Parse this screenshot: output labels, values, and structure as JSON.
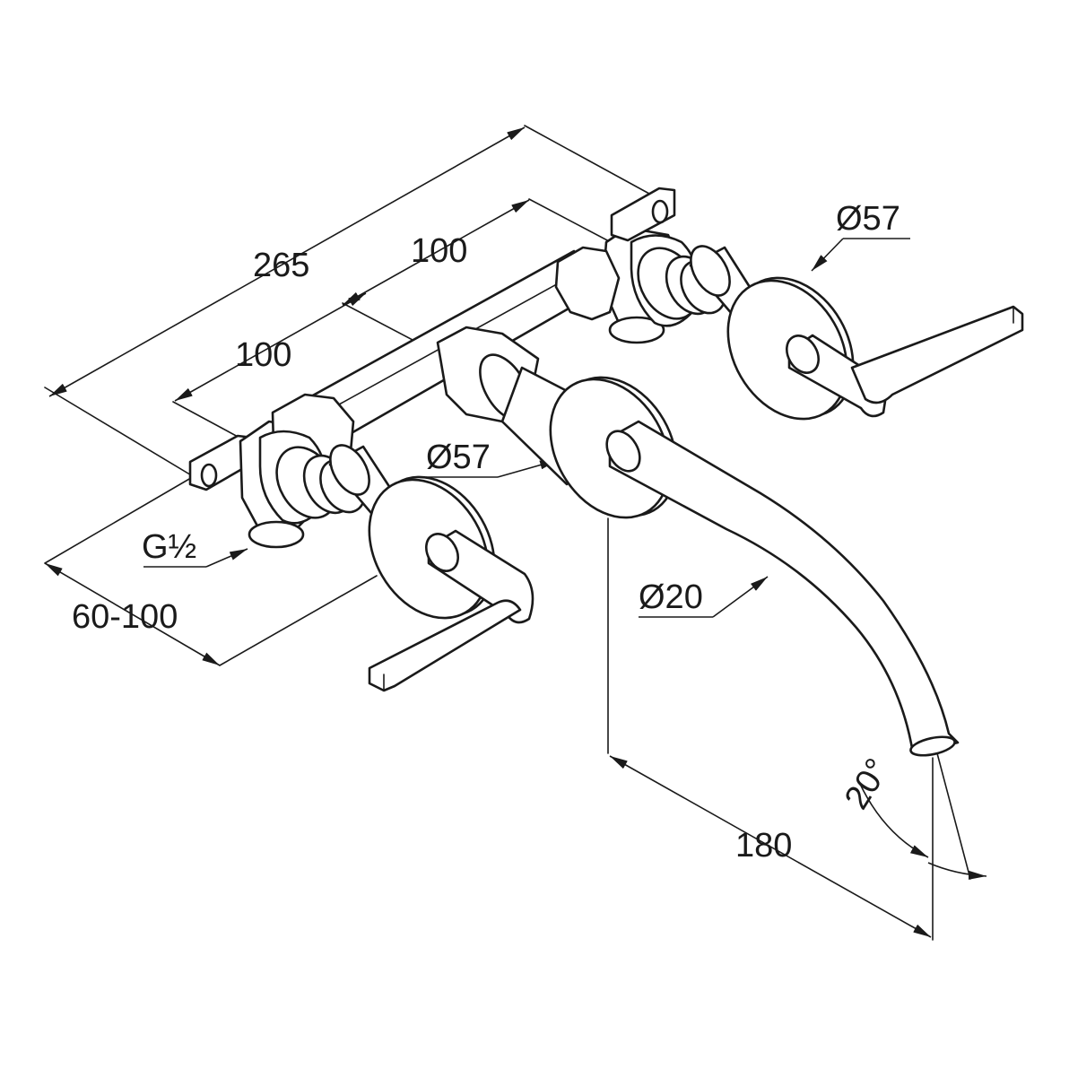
{
  "dimensions": {
    "overall_width": "265",
    "center_spacing_right": "100",
    "center_spacing_left": "100",
    "rosette_diameter_right": "Ø57",
    "rosette_diameter_center": "Ø57",
    "connection_thread": "G½",
    "wall_depth": "60-100",
    "spout_diameter": "Ø20",
    "spout_projection": "180",
    "spout_angle": "20°"
  }
}
